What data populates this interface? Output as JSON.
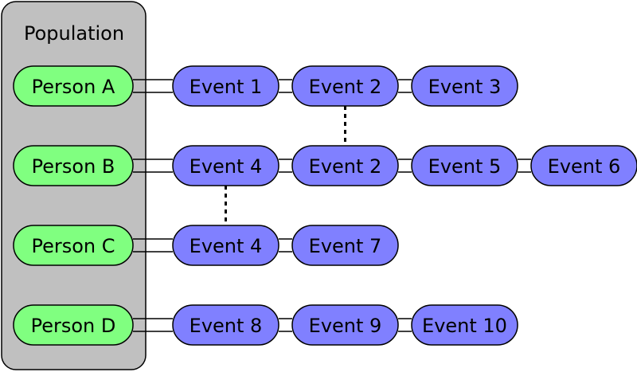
{
  "population": {
    "title": "Population",
    "fill": "#c0c0c0"
  },
  "colors": {
    "person_fill": "#80ff80",
    "event_fill": "#8080ff",
    "stroke": "#000000"
  },
  "rows": [
    {
      "person": "Person A",
      "events": [
        "Event 1",
        "Event 2",
        "Event 3"
      ]
    },
    {
      "person": "Person B",
      "events": [
        "Event 4",
        "Event 2",
        "Event 5",
        "Event 6"
      ]
    },
    {
      "person": "Person C",
      "events": [
        "Event 4",
        "Event 7"
      ]
    },
    {
      "person": "Person D",
      "events": [
        "Event 8",
        "Event 9",
        "Event 10"
      ]
    }
  ],
  "shared_event_links": [
    {
      "event": "Event 2",
      "from_row": 0,
      "to_row": 1
    },
    {
      "event": "Event 4",
      "from_row": 1,
      "to_row": 2
    }
  ]
}
